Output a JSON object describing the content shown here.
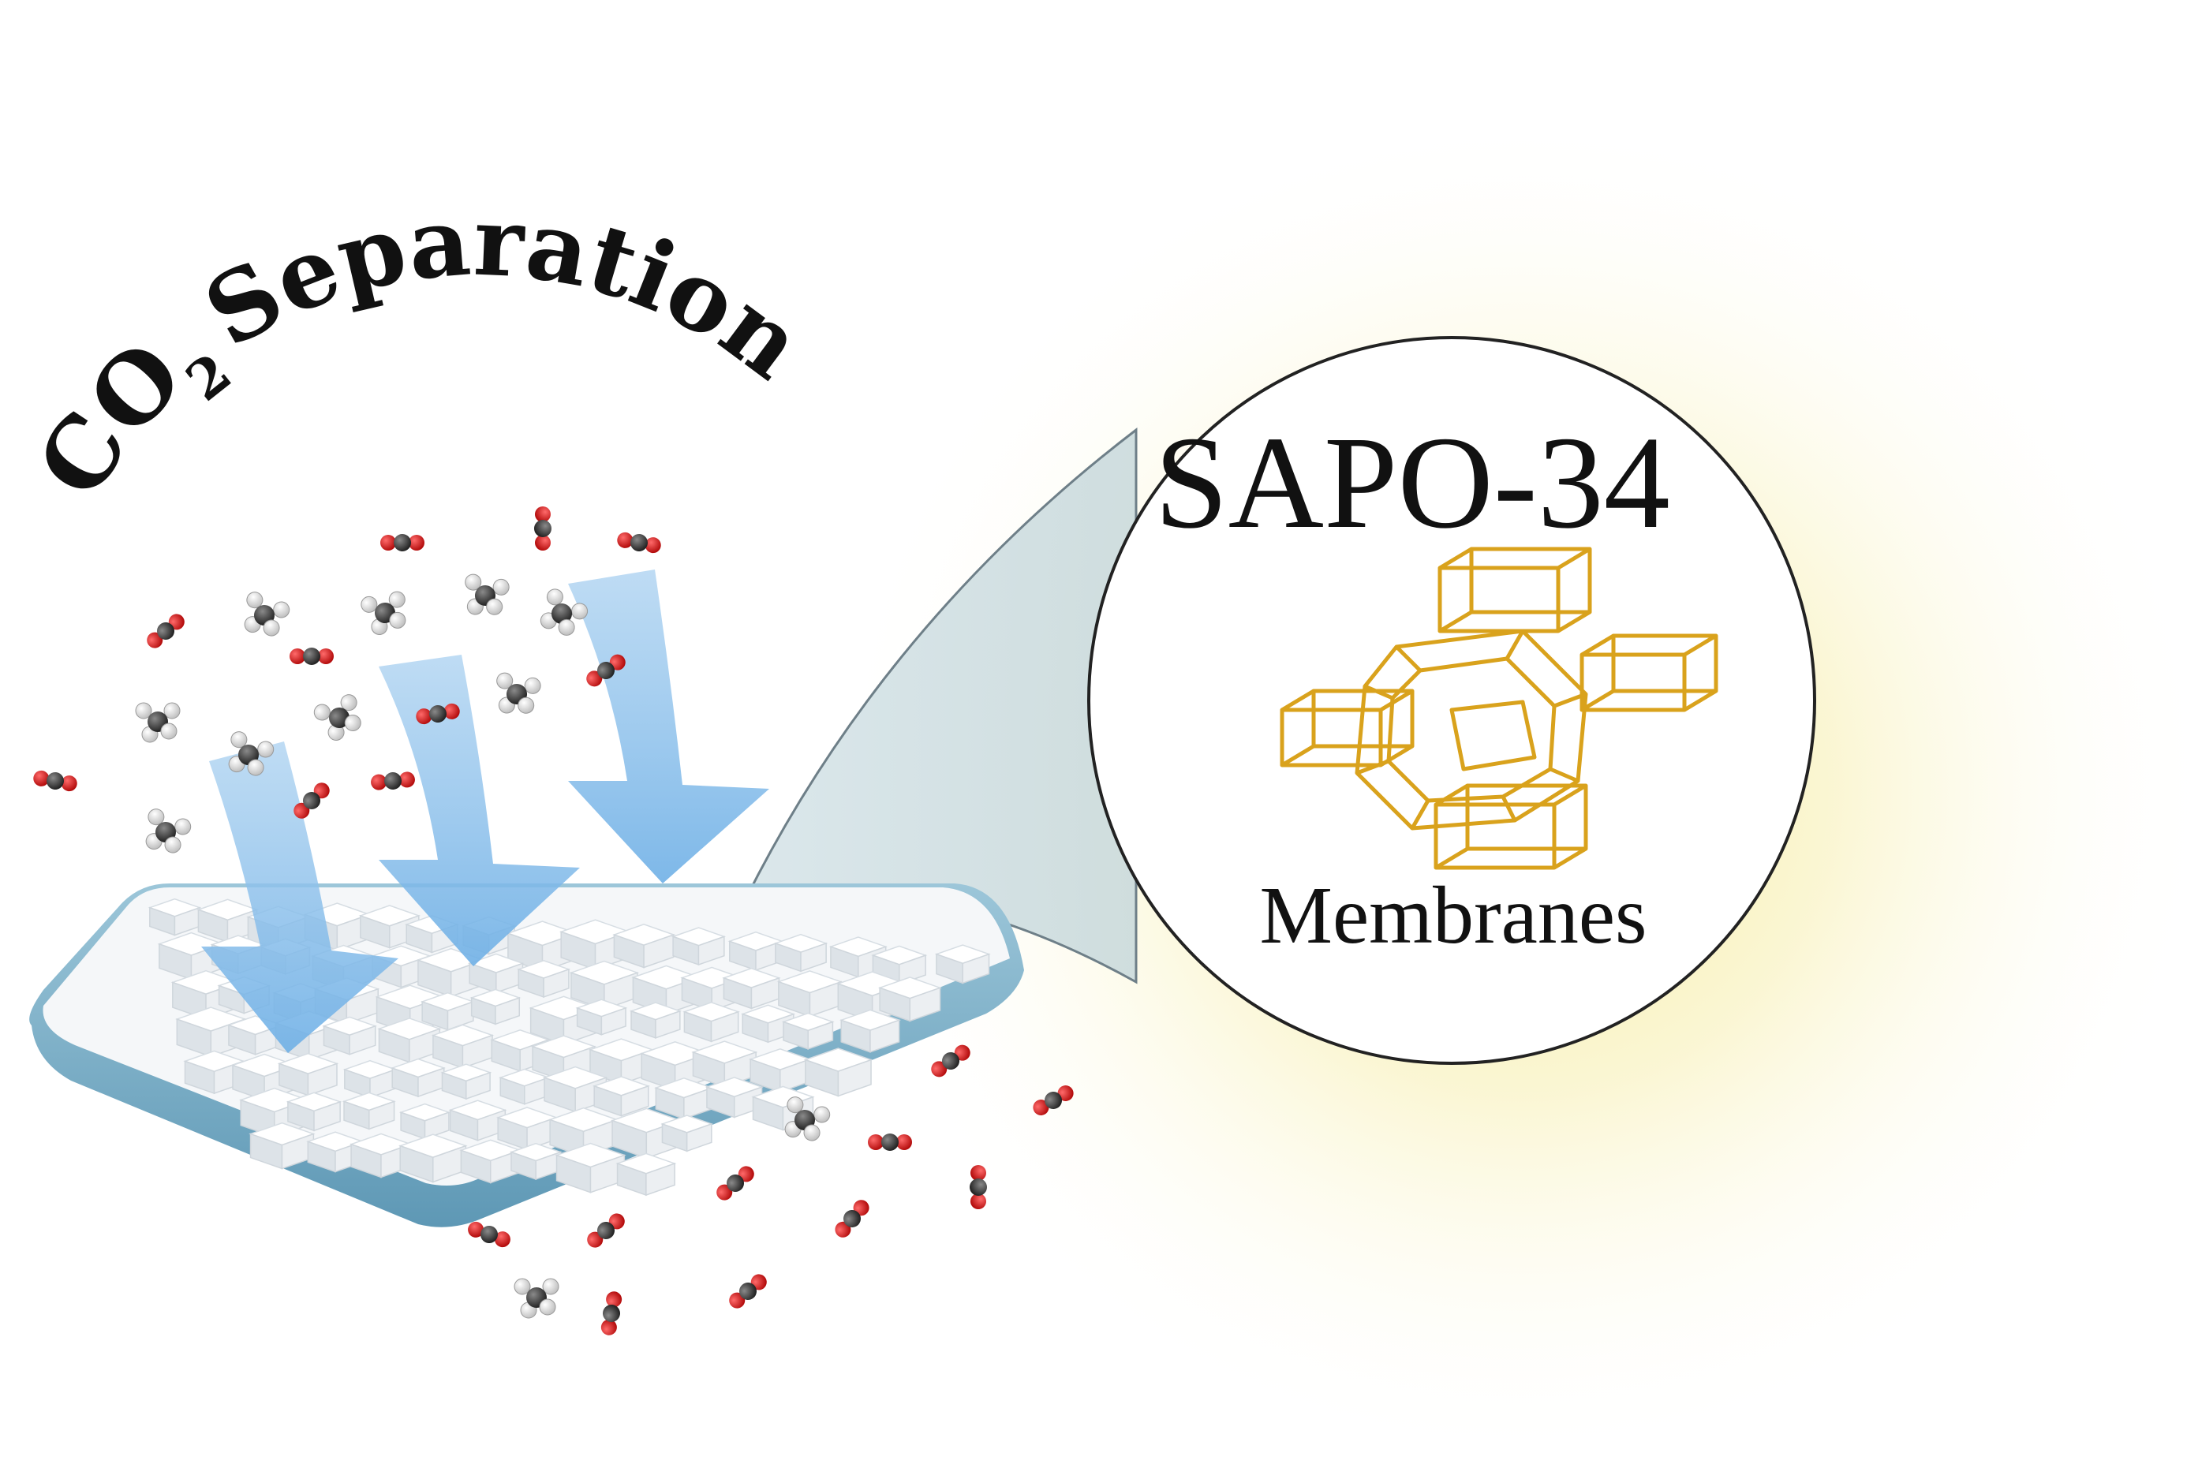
{
  "graphic": {
    "heading": {
      "prefix": "CO",
      "subscript": "2",
      "word": "Separation"
    },
    "inset": {
      "title": "SAPO-34",
      "caption": "Membranes"
    },
    "colors": {
      "arrow": "#7fb8e6",
      "membrane_base": "#6fa9c6",
      "crystal": "#eef2f5",
      "framework": "#d9a21c",
      "glow": "#f7efb0",
      "oxygen": "#c81010",
      "carbon": "#2e2e2e",
      "hydrogen": "#f4f4f4",
      "text": "#111111"
    },
    "icons": [
      "co2-molecule-icon",
      "methane-molecule-icon",
      "flow-arrow-icon",
      "sapo-cage-icon"
    ]
  }
}
